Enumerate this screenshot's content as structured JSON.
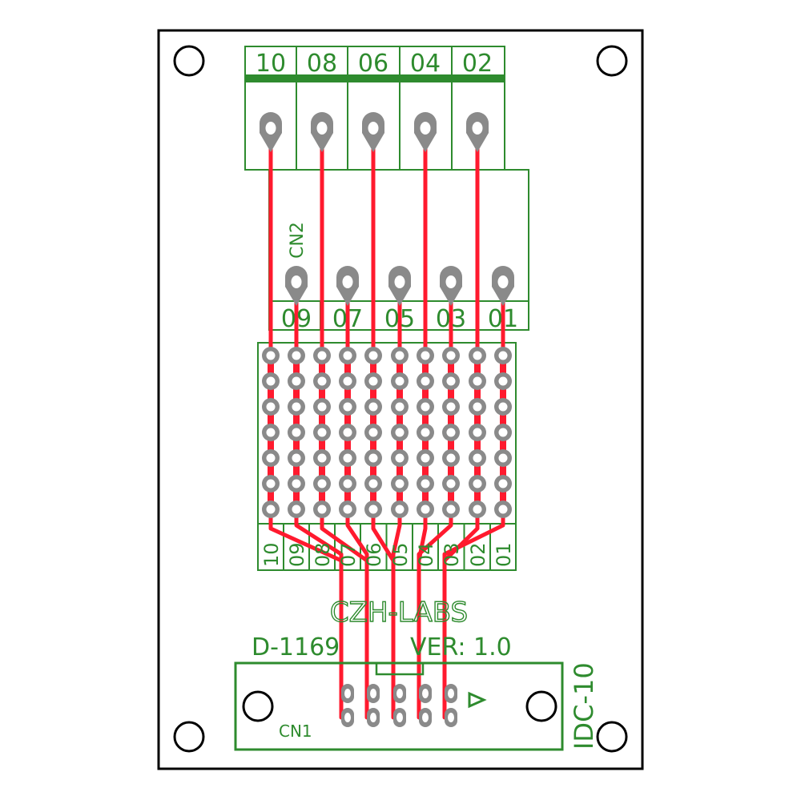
{
  "colors": {
    "silkscreen": "#2e8b2e",
    "trace": "#ff1a2e",
    "pad": "#8a8a8a",
    "outline": "#000000",
    "background": "#ffffff"
  },
  "board": {
    "brand": "CZH-LABS",
    "part_number": "D-1169",
    "version": "VER: 1.0"
  },
  "cn2": {
    "designator": "CN2",
    "top_labels": [
      "10",
      "08",
      "06",
      "04",
      "02"
    ],
    "bottom_labels": [
      "09",
      "07",
      "05",
      "03",
      "01"
    ]
  },
  "proto_area": {
    "column_labels": [
      "10",
      "09",
      "08",
      "07",
      "06",
      "05",
      "04",
      "03",
      "02",
      "01"
    ],
    "rows": 7
  },
  "cn1": {
    "designator": "CN1",
    "type": "IDC-10",
    "pin1_marker": "triangle"
  },
  "icons": [
    "mounting-hole-icon",
    "pin1-triangle-icon"
  ]
}
